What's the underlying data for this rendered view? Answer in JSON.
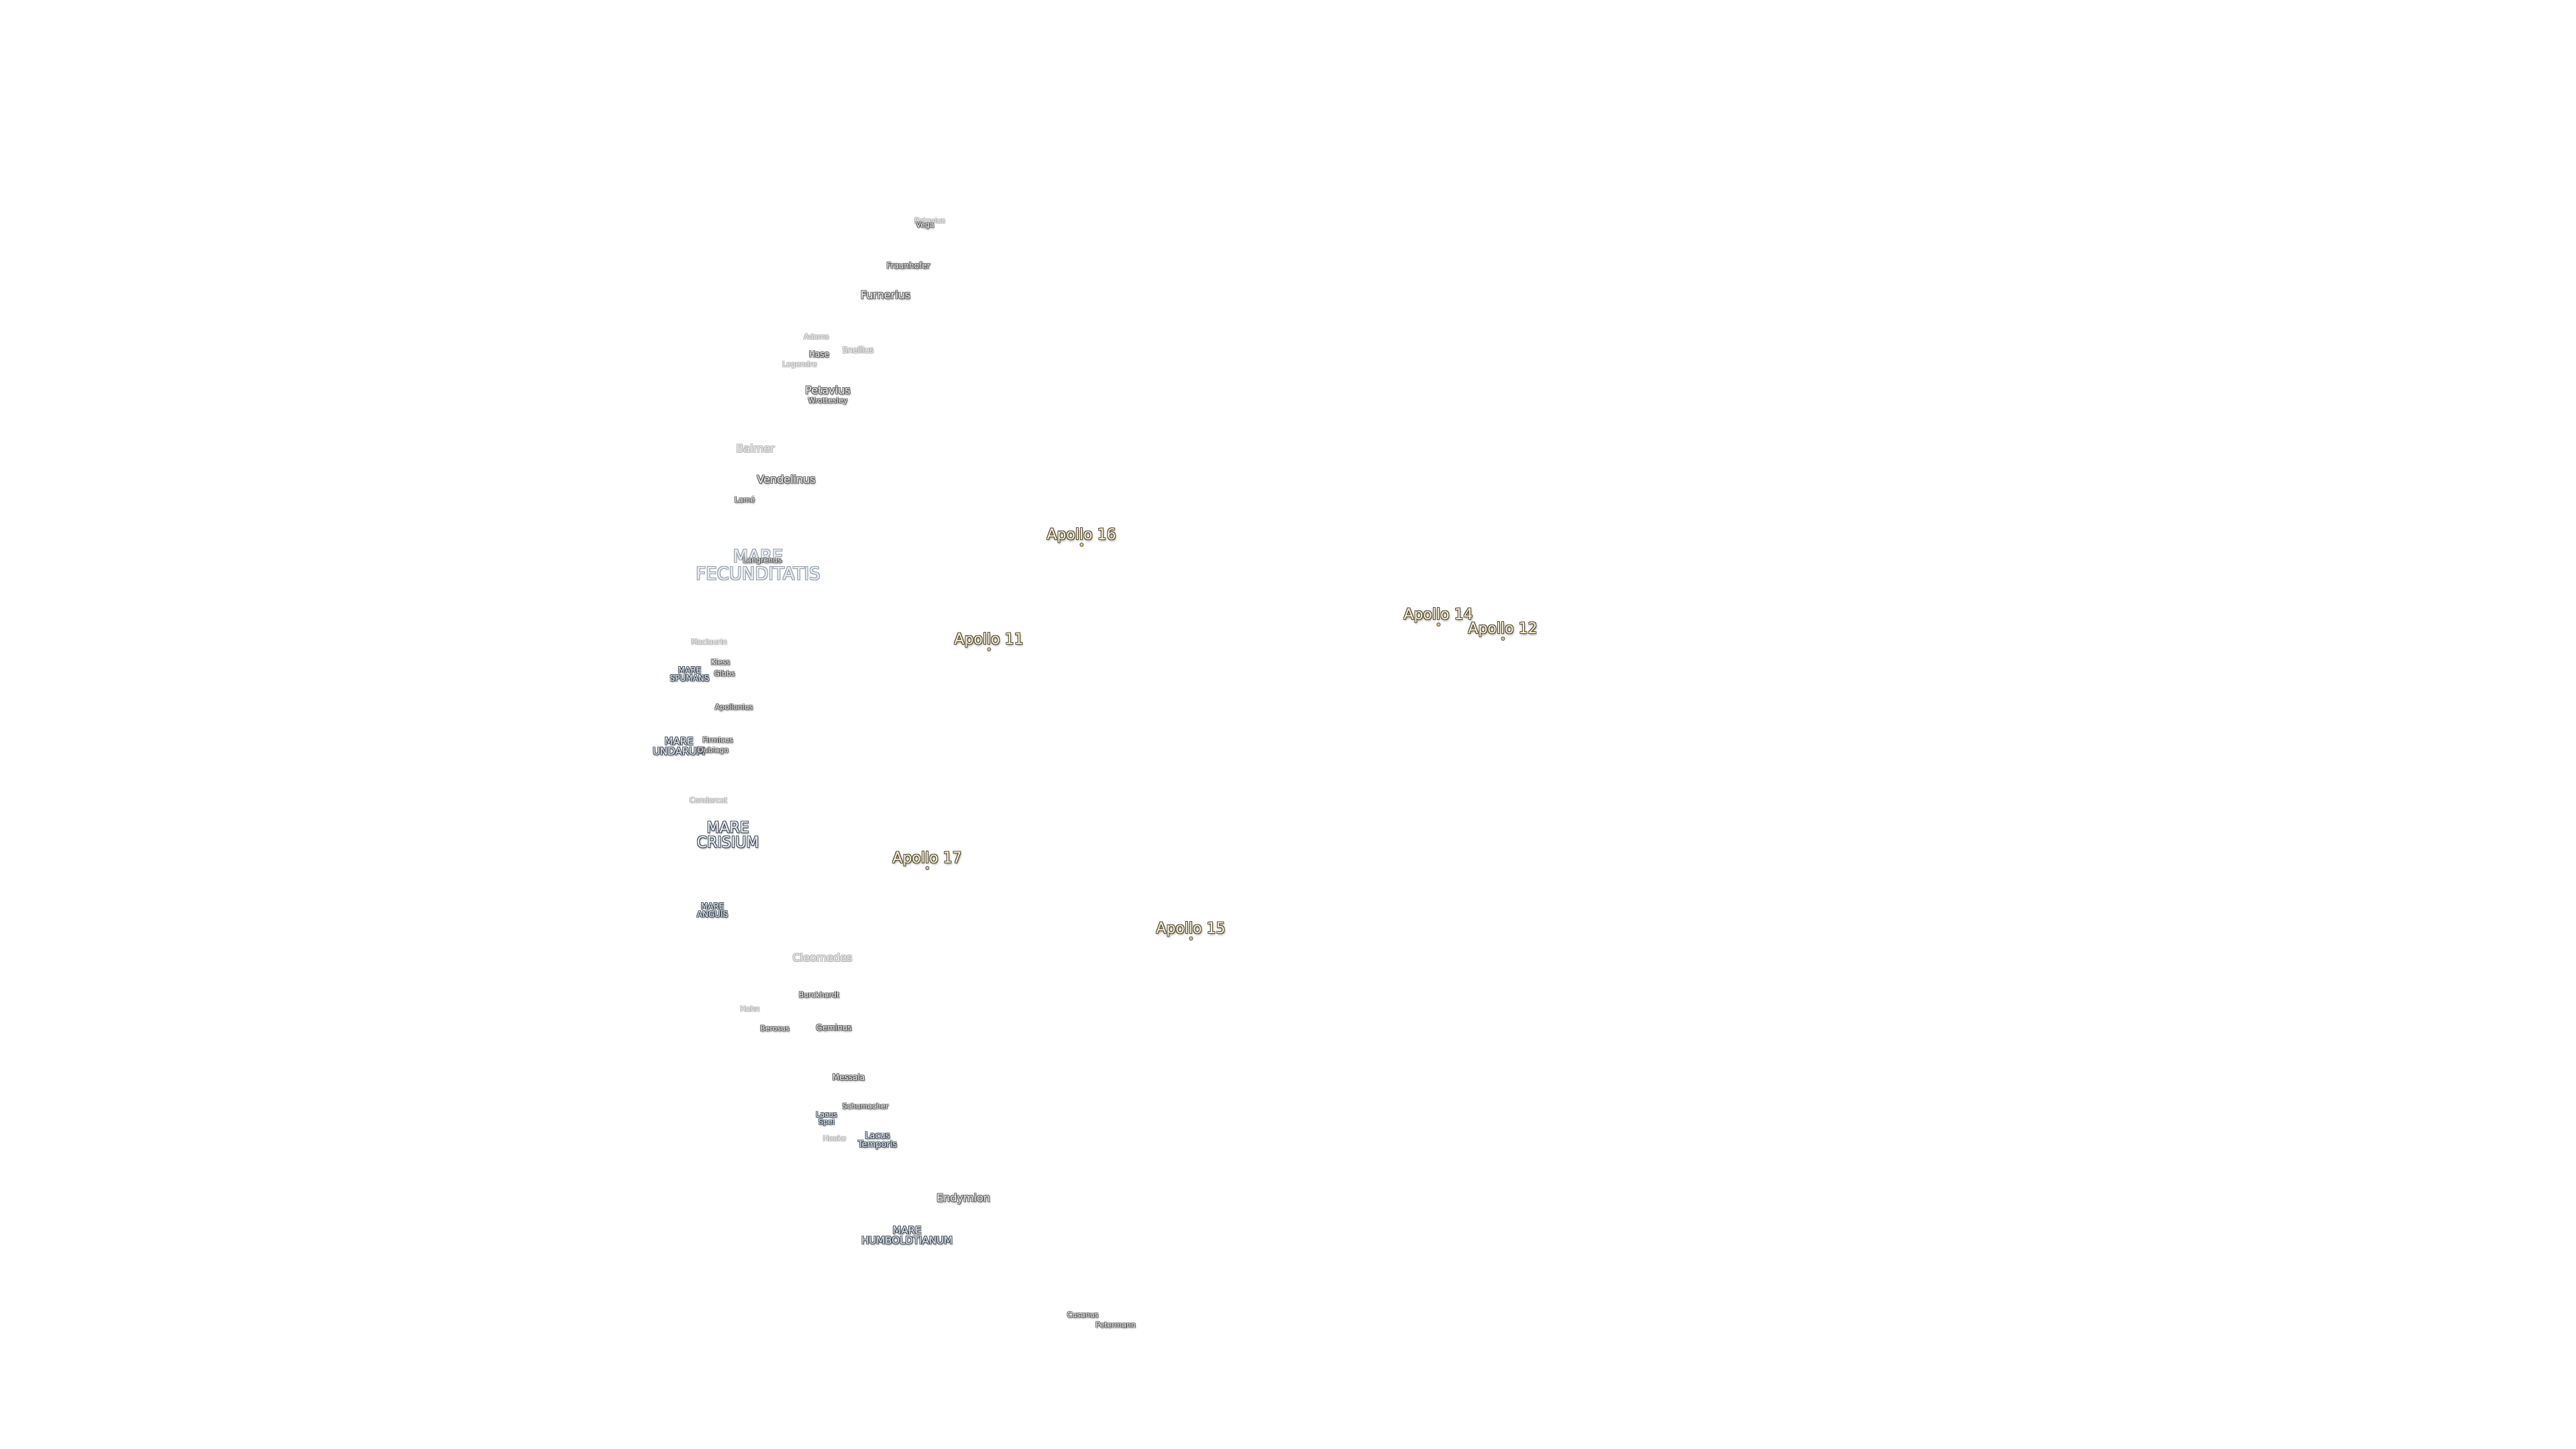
{
  "apollo_sites": [
    {
      "name": "Apollo 16"
    },
    {
      "name": "Apollo 11"
    },
    {
      "name": "Apollo 14"
    },
    {
      "name": "Apollo 12"
    },
    {
      "name": "Apollo 17"
    },
    {
      "name": "Apollo 15"
    }
  ],
  "maria": [
    {
      "name": "MARE FECUNDITATIS"
    },
    {
      "name": "MARE SPUMANS"
    },
    {
      "name": "MARE UNDARUM"
    },
    {
      "name": "MARE CRISIUM"
    },
    {
      "name": "MARE ANGUIS"
    },
    {
      "name": "MARE HUMBOLDTIANUM"
    },
    {
      "name": "Lacus Spei"
    },
    {
      "name": "Lacus Temporis"
    }
  ],
  "craters": [
    {
      "name": "Petavius"
    },
    {
      "name": "Vega"
    },
    {
      "name": "Fraunhofer"
    },
    {
      "name": "Furnerius"
    },
    {
      "name": "Adams"
    },
    {
      "name": "Snellius"
    },
    {
      "name": "Hase"
    },
    {
      "name": "Legendre"
    },
    {
      "name": "Wrottesley"
    },
    {
      "name": "Balmer"
    },
    {
      "name": "Vendelinus"
    },
    {
      "name": "Lamé"
    },
    {
      "name": "Langrenus"
    },
    {
      "name": "Maclaurin"
    },
    {
      "name": "Kiess"
    },
    {
      "name": "Gibbs"
    },
    {
      "name": "Apollonius"
    },
    {
      "name": "Firmicus"
    },
    {
      "name": "Dubiago"
    },
    {
      "name": "Condorcet"
    },
    {
      "name": "Cleomedes"
    },
    {
      "name": "Burckhardt"
    },
    {
      "name": "Hahn"
    },
    {
      "name": "Berosus"
    },
    {
      "name": "Geminus"
    },
    {
      "name": "Messala"
    },
    {
      "name": "Schumacher"
    },
    {
      "name": "Hooke"
    },
    {
      "name": "Endymion"
    },
    {
      "name": "Cusanus"
    },
    {
      "name": "Petermann"
    }
  ]
}
